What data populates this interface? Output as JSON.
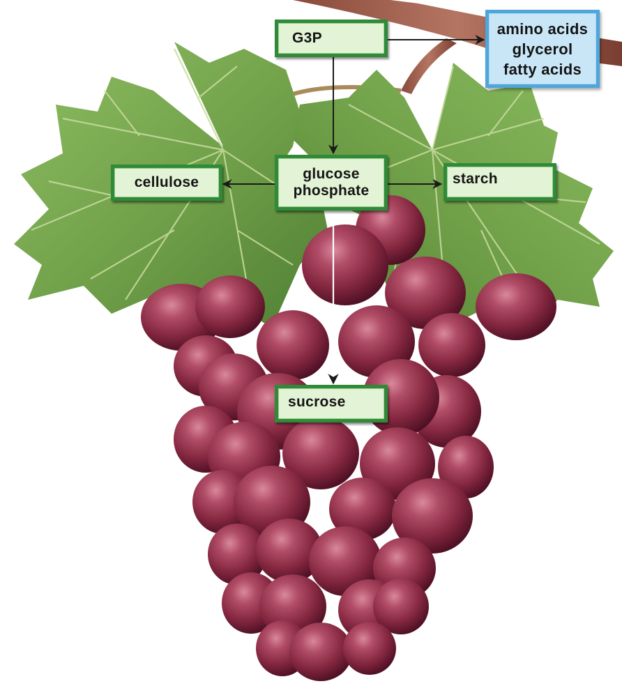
{
  "nodes": {
    "g3p": "G3P",
    "products": [
      "amino acids",
      "glycerol",
      "fatty acids"
    ],
    "glucose_phosphate": [
      "glucose",
      "phosphate"
    ],
    "cellulose": "cellulose",
    "starch": "starch",
    "sucrose": "sucrose"
  },
  "colors": {
    "box_fill_green": "#e3f3d6",
    "box_border_green": "#2f8a3a",
    "box_fill_blue": "#c9e6f7",
    "box_border_blue": "#4fa6db",
    "leaf": "#79ad52",
    "grape": "#8e2b45",
    "arrow": "#1a1a1a"
  },
  "edges": [
    {
      "from": "G3P",
      "to": "amino acids / glycerol / fatty acids"
    },
    {
      "from": "G3P",
      "to": "glucose phosphate"
    },
    {
      "from": "glucose phosphate",
      "to": "cellulose"
    },
    {
      "from": "glucose phosphate",
      "to": "starch"
    },
    {
      "from": "glucose phosphate",
      "to": "sucrose"
    }
  ]
}
